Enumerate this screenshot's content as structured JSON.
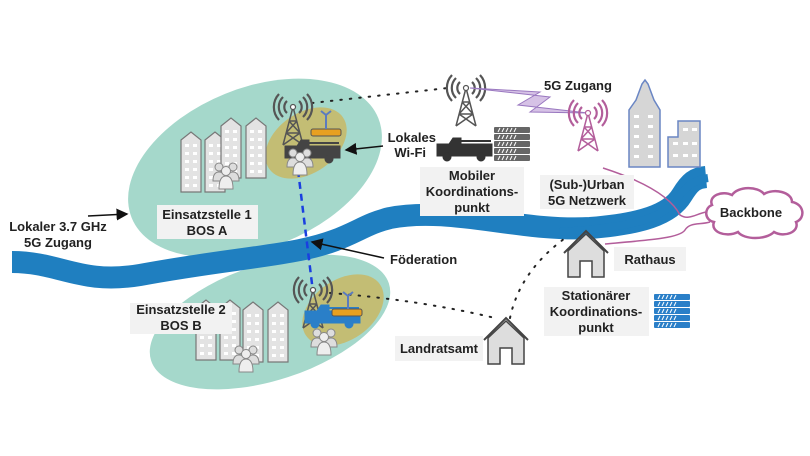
{
  "labels": {
    "local_access": [
      "Lokaler 3.7 GHz",
      "5G Zugang"
    ],
    "site1": [
      "Einsatzstelle 1",
      "BOS A"
    ],
    "site2": [
      "Einsatzstelle 2",
      "BOS B"
    ],
    "wifi": [
      "Lokales",
      "Wi-Fi"
    ],
    "federation": "Föderation",
    "mobile_cp": [
      "Mobiler",
      "Koordinations-",
      "punkt"
    ],
    "access_5g": "5G Zugang",
    "urban": [
      "(Sub-)Urban",
      "5G Netzwerk"
    ],
    "backbone": "Backbone",
    "rathaus": "Rathaus",
    "stationary_cp": [
      "Stationärer",
      "Koordinations-",
      "punkt"
    ],
    "landratsamt": "Landratsamt"
  },
  "colors": {
    "zone": "#a5d8cb",
    "wifi_zone": "#c3bd74",
    "river": "#1f7fc0",
    "federation_link": "#1a3fe0",
    "urban_network": "#b35e9b",
    "urban_building": "#6a86c4",
    "building_gray": "#d6d6d6",
    "server_blue": "#2a7fc8"
  }
}
